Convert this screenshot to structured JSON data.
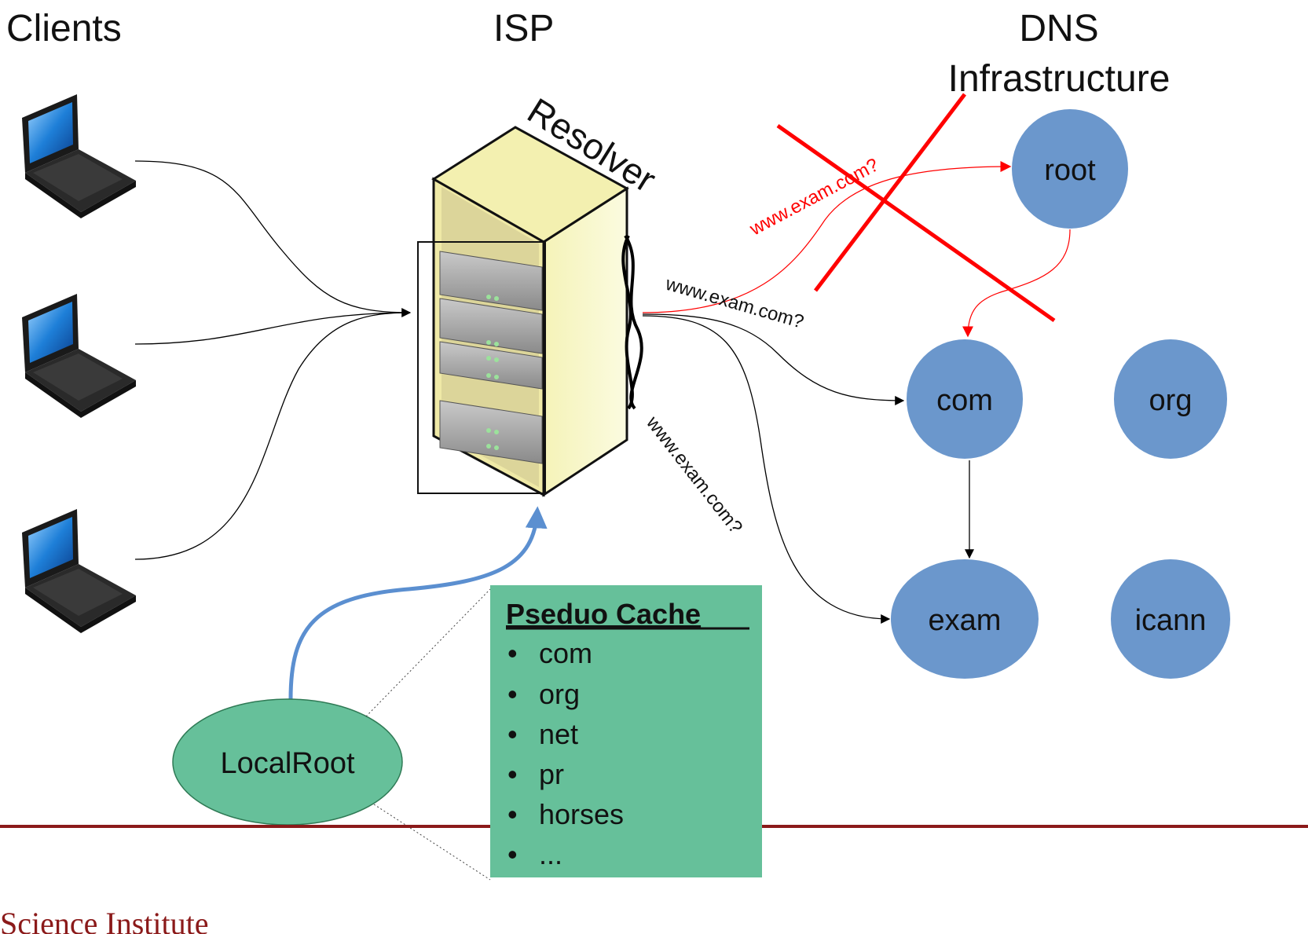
{
  "columns": {
    "clients": "Clients",
    "isp": "ISP",
    "dns_line1": "DNS",
    "dns_line2": "Infrastructure"
  },
  "resolver": {
    "label": "Resolver"
  },
  "nodes": {
    "root": "root",
    "com": "com",
    "org": "org",
    "exam": "exam",
    "icann": "icann",
    "localroot": "LocalRoot"
  },
  "queries": {
    "blocked": "www.exam.com?",
    "to_com": "www.exam.com?",
    "to_exam": "www.exam.com?"
  },
  "pseudo_cache": {
    "title": "Pseduo Cache",
    "items": [
      "com",
      "org",
      "net",
      "pr",
      "horses",
      "..."
    ]
  },
  "footer": {
    "text": "Science Institute"
  },
  "colors": {
    "dns_node": "#6b97cc",
    "localroot_node": "#66c09a",
    "cache_box": "#66c09a",
    "blocked": "#ff0000",
    "cache_arrow": "#5b8fd0",
    "footer_rule": "#8b1a1a"
  }
}
